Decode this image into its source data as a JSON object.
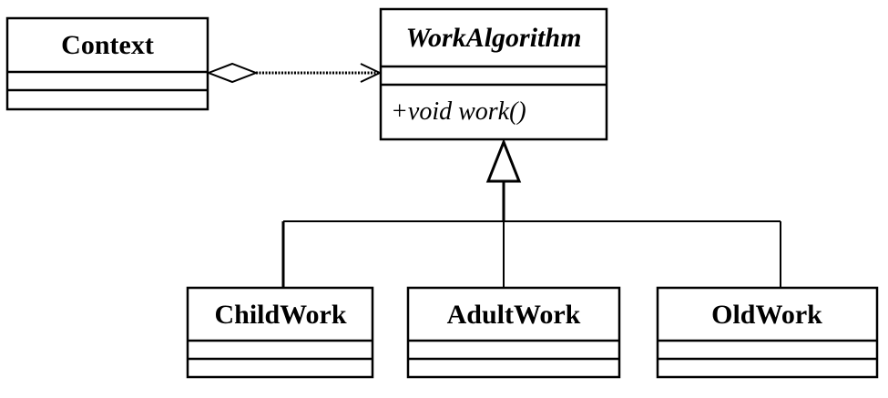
{
  "classes": {
    "context": {
      "name": "Context",
      "abstract": false
    },
    "work_algorithm": {
      "name": "WorkAlgorithm",
      "abstract": true,
      "operations": [
        "+void work()"
      ]
    },
    "child_work": {
      "name": "ChildWork",
      "abstract": false
    },
    "adult_work": {
      "name": "AdultWork",
      "abstract": false
    },
    "old_work": {
      "name": "OldWork",
      "abstract": false
    }
  },
  "relationships": [
    {
      "type": "aggregation",
      "from": "Context",
      "to": "WorkAlgorithm"
    },
    {
      "type": "generalization",
      "from": "ChildWork",
      "to": "WorkAlgorithm"
    },
    {
      "type": "generalization",
      "from": "AdultWork",
      "to": "WorkAlgorithm"
    },
    {
      "type": "generalization",
      "from": "OldWork",
      "to": "WorkAlgorithm"
    }
  ]
}
